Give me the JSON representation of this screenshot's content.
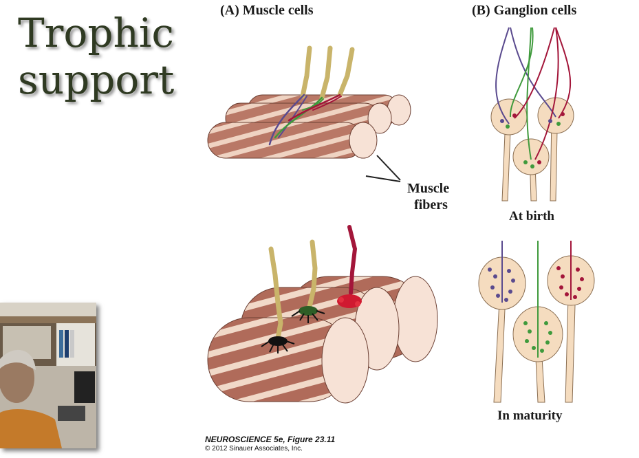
{
  "slide": {
    "title_line1": "Trophic",
    "title_line2": "support"
  },
  "figure": {
    "panel_a_label": "(A)  Muscle cells",
    "panel_b_label": "(B)  Ganglion cells",
    "muscle_label_line1": "Muscle",
    "muscle_label_line2": "fibers",
    "caption_birth": "At birth",
    "caption_maturity": "In maturity",
    "source_title": "NEUROSCIENCE 5e, Figure 23.11",
    "copyright": "© 2012 Sinauer Associates, Inc."
  },
  "colors": {
    "muscle_body": "#b97866",
    "muscle_stripe": "#f1d9c8",
    "muscle_end": "#f7e2d6",
    "axon_yellow": "#c9b46a",
    "axon_purple": "#5a4a8e",
    "axon_green": "#3f9a3c",
    "axon_red": "#a3163a",
    "cell_body": "#f5dcbf",
    "title_text": "#2f3a22"
  },
  "webcam": {
    "description_icon": "presenter-video-icon"
  }
}
